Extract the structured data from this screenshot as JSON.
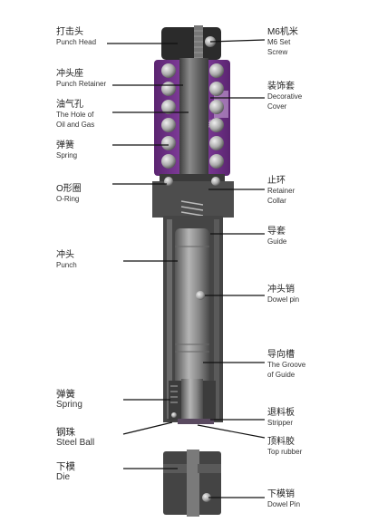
{
  "left_labels": [
    {
      "id": "punch-head",
      "cn": "打击头",
      "en": "Punch Head",
      "size": "small"
    },
    {
      "id": "punch-retainer",
      "cn": "冲头座",
      "en": "Punch Retainer",
      "size": "small"
    },
    {
      "id": "oil-gas-hole",
      "cn": "油气孔",
      "en": "The Hole of\nOil and Gas",
      "size": "small"
    },
    {
      "id": "spring-top",
      "cn": "弹簧",
      "en": "Spring",
      "size": "small"
    },
    {
      "id": "o-ring",
      "cn": "O形圈",
      "en": "O-Ring",
      "size": "small"
    },
    {
      "id": "punch",
      "cn": "冲头",
      "en": "Punch",
      "size": "small"
    },
    {
      "id": "spring-bottom",
      "cn": "弹簧",
      "en": "Spring",
      "size": "big"
    },
    {
      "id": "steel-ball",
      "cn": "钢珠",
      "en": "Steel Ball",
      "size": "big"
    },
    {
      "id": "die",
      "cn": "下模",
      "en": "Die",
      "size": "big"
    }
  ],
  "right_labels": [
    {
      "id": "m6-set-screw",
      "cn": "M6机米",
      "en": "M6 Set\nScrew"
    },
    {
      "id": "decorative-cover",
      "cn": "装饰套",
      "en": "Decorative\nCover"
    },
    {
      "id": "retainer-collar",
      "cn": "止环",
      "en": "Retainer\nCollar"
    },
    {
      "id": "guide",
      "cn": "导套",
      "en": "Guide"
    },
    {
      "id": "dowel-pin",
      "cn": "冲头销",
      "en": "Dowel pin"
    },
    {
      "id": "groove-of-guide",
      "cn": "导向槽",
      "en": "The Groove\nof Guide"
    },
    {
      "id": "stripper",
      "cn": "退料板",
      "en": "Stripper"
    },
    {
      "id": "top-rubber",
      "cn": "顶料胶",
      "en": "Top rubber"
    },
    {
      "id": "die-dowel-pin",
      "cn": "下模销",
      "en": "Dowel Pin"
    }
  ],
  "colors": {
    "body_dark": "#4a4a4a",
    "body_mid": "#6e6e6e",
    "body_light": "#9a9a9a",
    "cover_purple": "#7a3a93",
    "leader": "#111111"
  }
}
